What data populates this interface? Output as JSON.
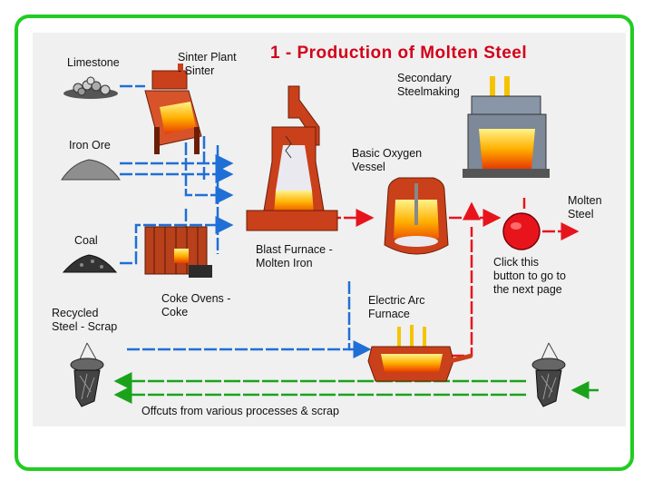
{
  "title": "1 - Production of Molten Steel",
  "labels": {
    "limestone": "Limestone",
    "sinter_plant": "Sinter Plant\n- Sinter",
    "iron_ore": "Iron Ore",
    "coal": "Coal",
    "recycled_steel": "Recycled\nSteel - Scrap",
    "coke_ovens": "Coke Ovens -\nCoke",
    "blast_furnace": "Blast Furnace -\nMolten Iron",
    "secondary_steelmaking": "Secondary\nSteelmaking",
    "basic_oxygen": "Basic Oxygen\nVessel",
    "molten_steel": "Molten\nSteel",
    "click_hint": "Click this\nbutton to go to\nthe next page",
    "electric_arc": "Electric Arc\nFurnace",
    "offcuts": "Offcuts from various processes & scrap"
  },
  "colors": {
    "frame": "#22cc22",
    "title": "#d4001a",
    "blue_flow": "#1f6fd6",
    "red_flow": "#e8141c",
    "green_flow": "#1aa31a",
    "furnace": "#c9401a"
  },
  "icons": [
    "limestone-pile-icon",
    "sinter-plant-icon",
    "iron-ore-pile-icon",
    "coal-pile-icon",
    "coke-ovens-icon",
    "blast-furnace-icon",
    "basic-oxygen-vessel-icon",
    "secondary-steelmaking-icon",
    "electric-arc-furnace-icon",
    "scrap-magnet-icon",
    "next-page-button"
  ]
}
